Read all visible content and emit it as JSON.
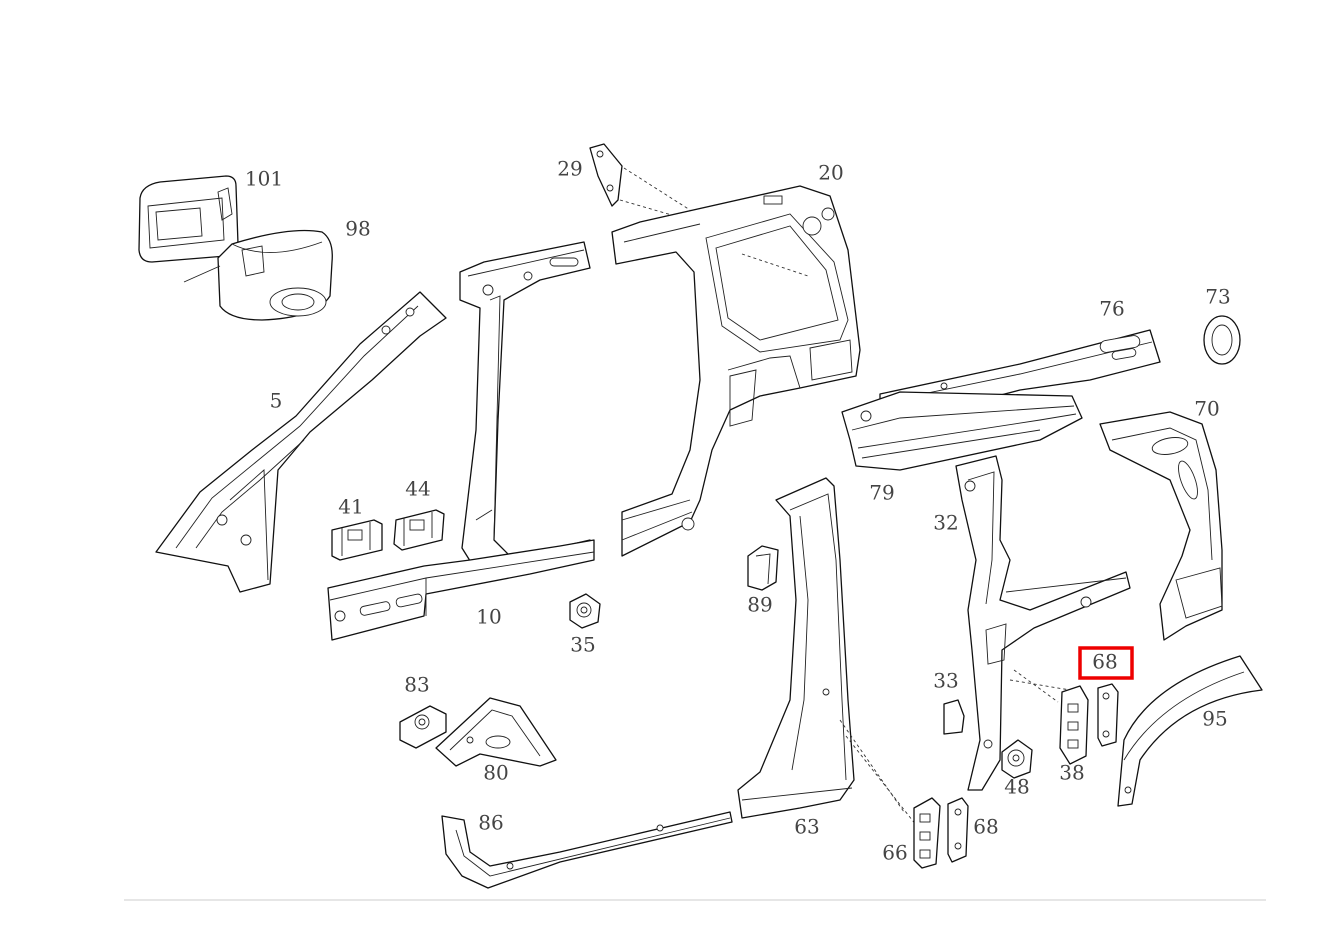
{
  "callouts": [
    {
      "id": "101",
      "label": "101"
    },
    {
      "id": "98",
      "label": "98"
    },
    {
      "id": "29",
      "label": "29"
    },
    {
      "id": "20",
      "label": "20"
    },
    {
      "id": "5",
      "label": "5"
    },
    {
      "id": "41",
      "label": "41"
    },
    {
      "id": "44",
      "label": "44"
    },
    {
      "id": "10",
      "label": "10"
    },
    {
      "id": "35",
      "label": "35"
    },
    {
      "id": "89",
      "label": "89"
    },
    {
      "id": "76",
      "label": "76"
    },
    {
      "id": "73",
      "label": "73"
    },
    {
      "id": "70",
      "label": "70"
    },
    {
      "id": "79",
      "label": "79"
    },
    {
      "id": "32",
      "label": "32"
    },
    {
      "id": "68a",
      "label": "68"
    },
    {
      "id": "95",
      "label": "95"
    },
    {
      "id": "33",
      "label": "33"
    },
    {
      "id": "38",
      "label": "38"
    },
    {
      "id": "48",
      "label": "48"
    },
    {
      "id": "83",
      "label": "83"
    },
    {
      "id": "80",
      "label": "80"
    },
    {
      "id": "86",
      "label": "86"
    },
    {
      "id": "63",
      "label": "63"
    },
    {
      "id": "66",
      "label": "66"
    },
    {
      "id": "68b",
      "label": "68"
    }
  ],
  "highlighted_callout": "68a",
  "colors": {
    "line": "#111111",
    "label": "#444444",
    "highlight": "#ee0000"
  }
}
